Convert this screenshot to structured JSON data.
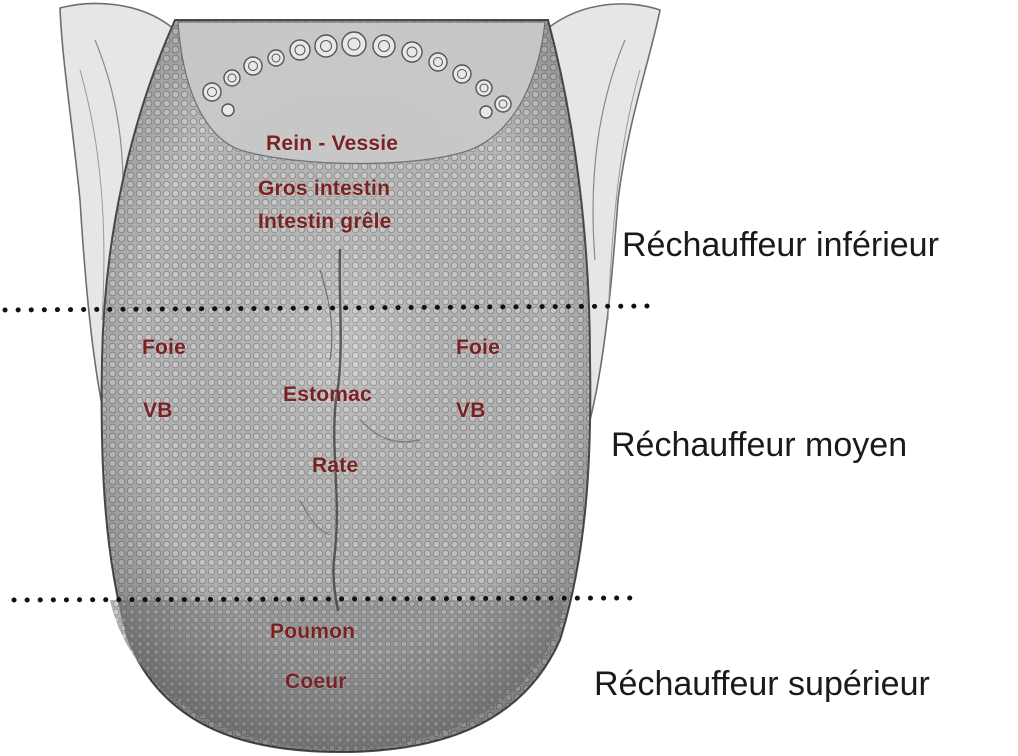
{
  "diagram": {
    "zones": {
      "lower": "Réchauffeur inférieur",
      "middle": "Réchauffeur moyen",
      "upper": "Réchauffeur supérieur"
    },
    "organs": {
      "rein_vessie": "Rein - Vessie",
      "gros_intestin": "Gros intestin",
      "intestin_grele": "Intestin grêle",
      "foie_left": "Foie",
      "foie_right": "Foie",
      "vb_left": "VB",
      "vb_right": "VB",
      "estomac": "Estomac",
      "rate": "Rate",
      "poumon": "Poumon",
      "coeur": "Coeur"
    },
    "colors": {
      "organ_text": "#7a2222",
      "zone_text": "#1a1a1a",
      "tongue_fill": "#b9b9b9",
      "divider": "#111111"
    }
  }
}
